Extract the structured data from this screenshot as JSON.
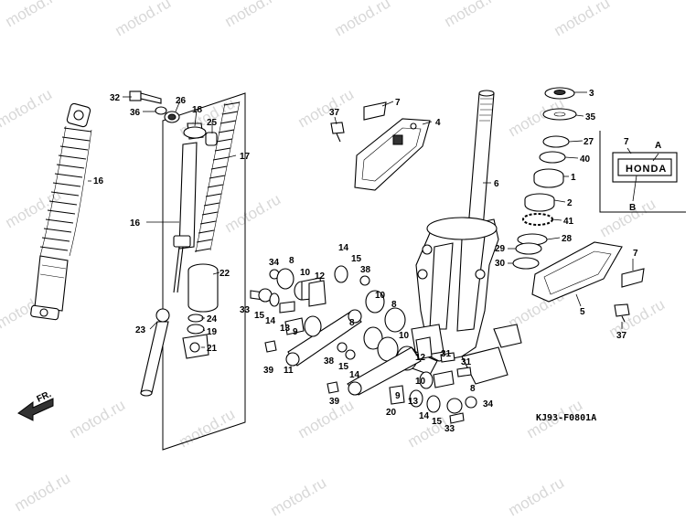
{
  "diagram": {
    "watermark": "motod.ru",
    "diagram_code": "KJ93-F0801A",
    "front_arrow": "FR.",
    "emblem": {
      "text": "HONDA",
      "marker_a": "A",
      "marker_b": "B",
      "ref": "7"
    },
    "callouts": {
      "c32": "32",
      "c36": "36",
      "c26": "26",
      "c18": "18",
      "c25": "25",
      "c17": "17",
      "c16a": "16",
      "c16b": "16",
      "c22": "22",
      "c24": "24",
      "c19": "19",
      "c21": "21",
      "c23": "23",
      "c37a": "37",
      "c7a": "7",
      "c4": "4",
      "c6": "6",
      "c3": "3",
      "c35": "35",
      "c27": "27",
      "c40": "40",
      "c1": "1",
      "c2": "2",
      "c41": "41",
      "c28": "28",
      "c29": "29",
      "c30": "30",
      "c7b": "7",
      "c5": "5",
      "c37b": "37",
      "c34a": "34",
      "c8a": "8",
      "c10a": "10",
      "c12a": "12",
      "c14a": "14",
      "c15a": "15",
      "c38a": "38",
      "c33a": "33",
      "c15b": "15",
      "c14b": "14",
      "c13a": "13",
      "c9a": "9",
      "c10b": "10",
      "c8b": "8",
      "c10c": "10",
      "c8c": "8",
      "c39a": "39",
      "c11": "11",
      "c38b": "38",
      "c15c": "15",
      "c14c": "14",
      "c12b": "12",
      "c31a": "31",
      "c31b": "31",
      "c8d": "8",
      "c39b": "39",
      "c9b": "9",
      "c10d": "10",
      "c13b": "13",
      "c20": "20",
      "c14d": "14",
      "c15d": "15",
      "c34b": "34",
      "c33b": "33"
    }
  }
}
